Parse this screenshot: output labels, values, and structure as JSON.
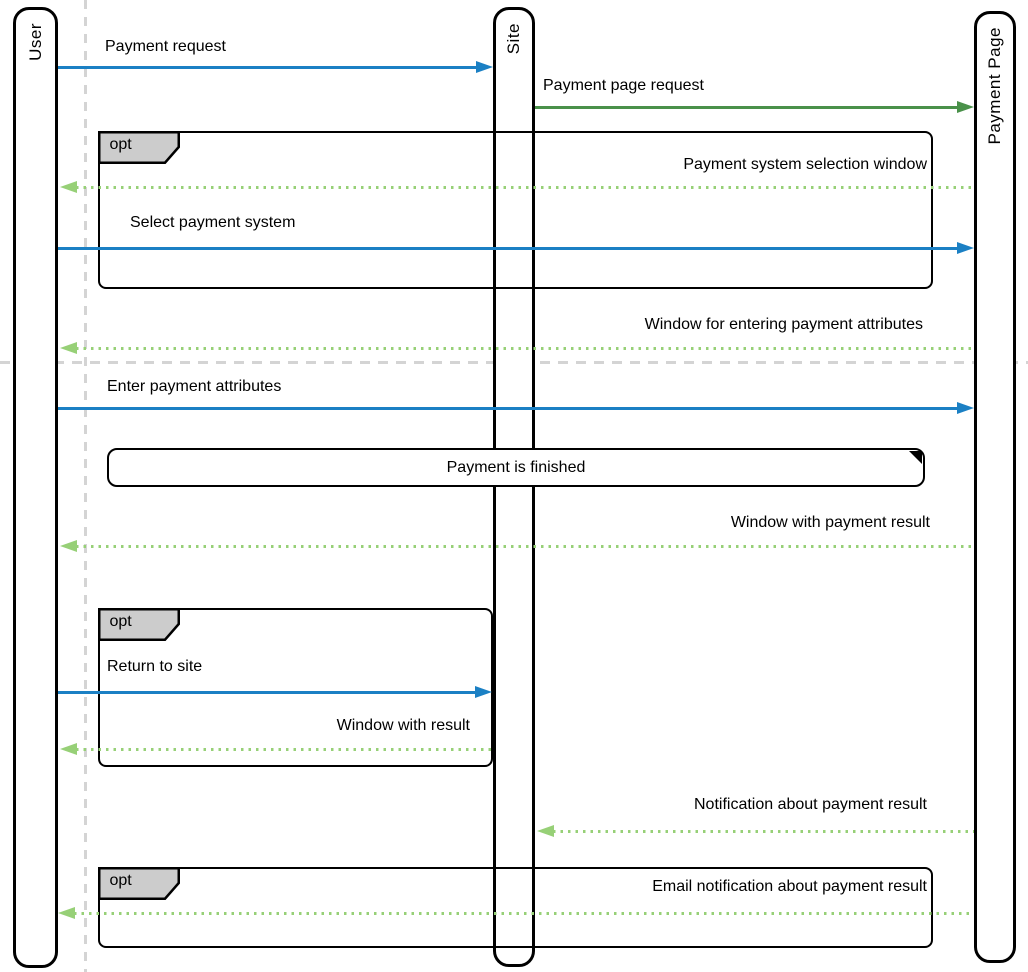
{
  "diagram": {
    "type": "uml-sequence-diagram",
    "participants": [
      {
        "id": "user",
        "label": "User"
      },
      {
        "id": "site",
        "label": "Site"
      },
      {
        "id": "payment-page",
        "label": "Payment Page"
      }
    ],
    "fragments": [
      {
        "operator": "opt"
      },
      {
        "operator": "opt"
      },
      {
        "operator": "opt"
      }
    ],
    "note": {
      "label": "Payment is finished"
    },
    "messages": [
      {
        "label": "Payment request",
        "from": "User",
        "to": "Site",
        "style": "solid",
        "color": "blue"
      },
      {
        "label": "Payment page request",
        "from": "Site",
        "to": "Payment Page",
        "style": "solid",
        "color": "green"
      },
      {
        "label": "Payment system selection window",
        "from": "Payment Page",
        "to": "User",
        "style": "dotted",
        "color": "light-green"
      },
      {
        "label": "Select payment system",
        "from": "User",
        "to": "Payment Page",
        "style": "solid",
        "color": "blue"
      },
      {
        "label": "Window for entering payment attributes",
        "from": "Payment Page",
        "to": "User",
        "style": "dotted",
        "color": "light-green"
      },
      {
        "label": "Enter payment attributes",
        "from": "User",
        "to": "Payment Page",
        "style": "solid",
        "color": "blue"
      },
      {
        "label": "Window with payment result",
        "from": "Payment Page",
        "to": "User",
        "style": "dotted",
        "color": "light-green"
      },
      {
        "label": "Return to site",
        "from": "User",
        "to": "Site",
        "style": "solid",
        "color": "blue"
      },
      {
        "label": "Window with result",
        "from": "Site",
        "to": "User",
        "style": "dotted",
        "color": "light-green"
      },
      {
        "label": "Notification about payment result",
        "from": "Payment Page",
        "to": "Site",
        "style": "dotted",
        "color": "light-green"
      },
      {
        "label": "Email notification about payment result",
        "from": "Payment Page",
        "to": "User",
        "style": "dotted",
        "color": "light-green"
      }
    ],
    "colors": {
      "blue_arrow": "#1b80c4",
      "green_arrow": "#4a914a",
      "light_green_arrow": "#97d077",
      "fragment_tab_fill": "#cccccc",
      "page_guide": "#d4d4d4",
      "shape_border": "#000000"
    }
  }
}
